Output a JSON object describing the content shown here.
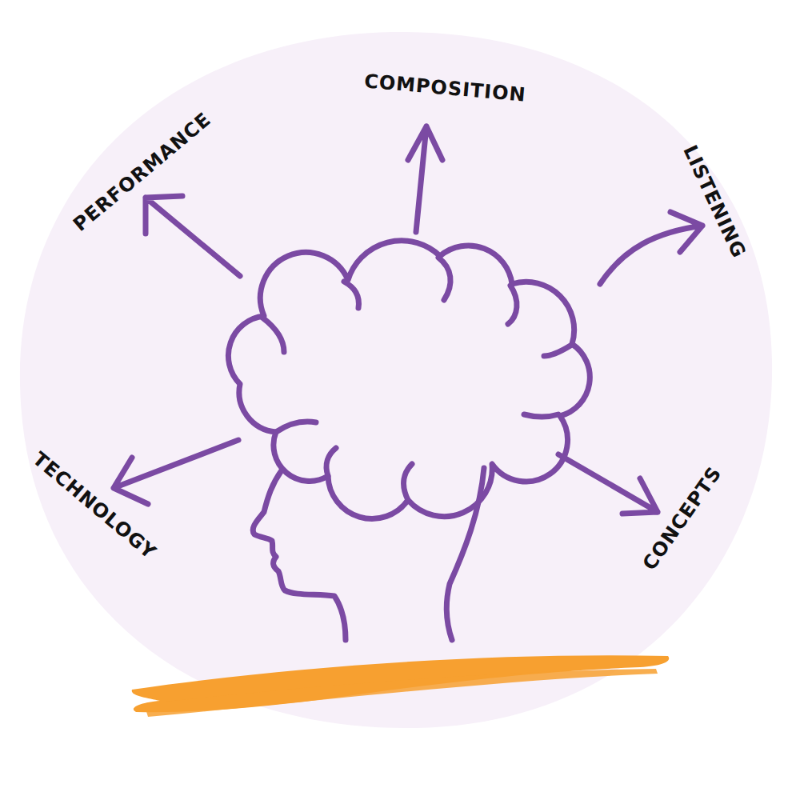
{
  "diagram": {
    "labels": [
      "PERFORMANCE",
      "COMPOSITION",
      "LISTENING",
      "TECHNOLOGY",
      "CONCEPTS"
    ]
  }
}
